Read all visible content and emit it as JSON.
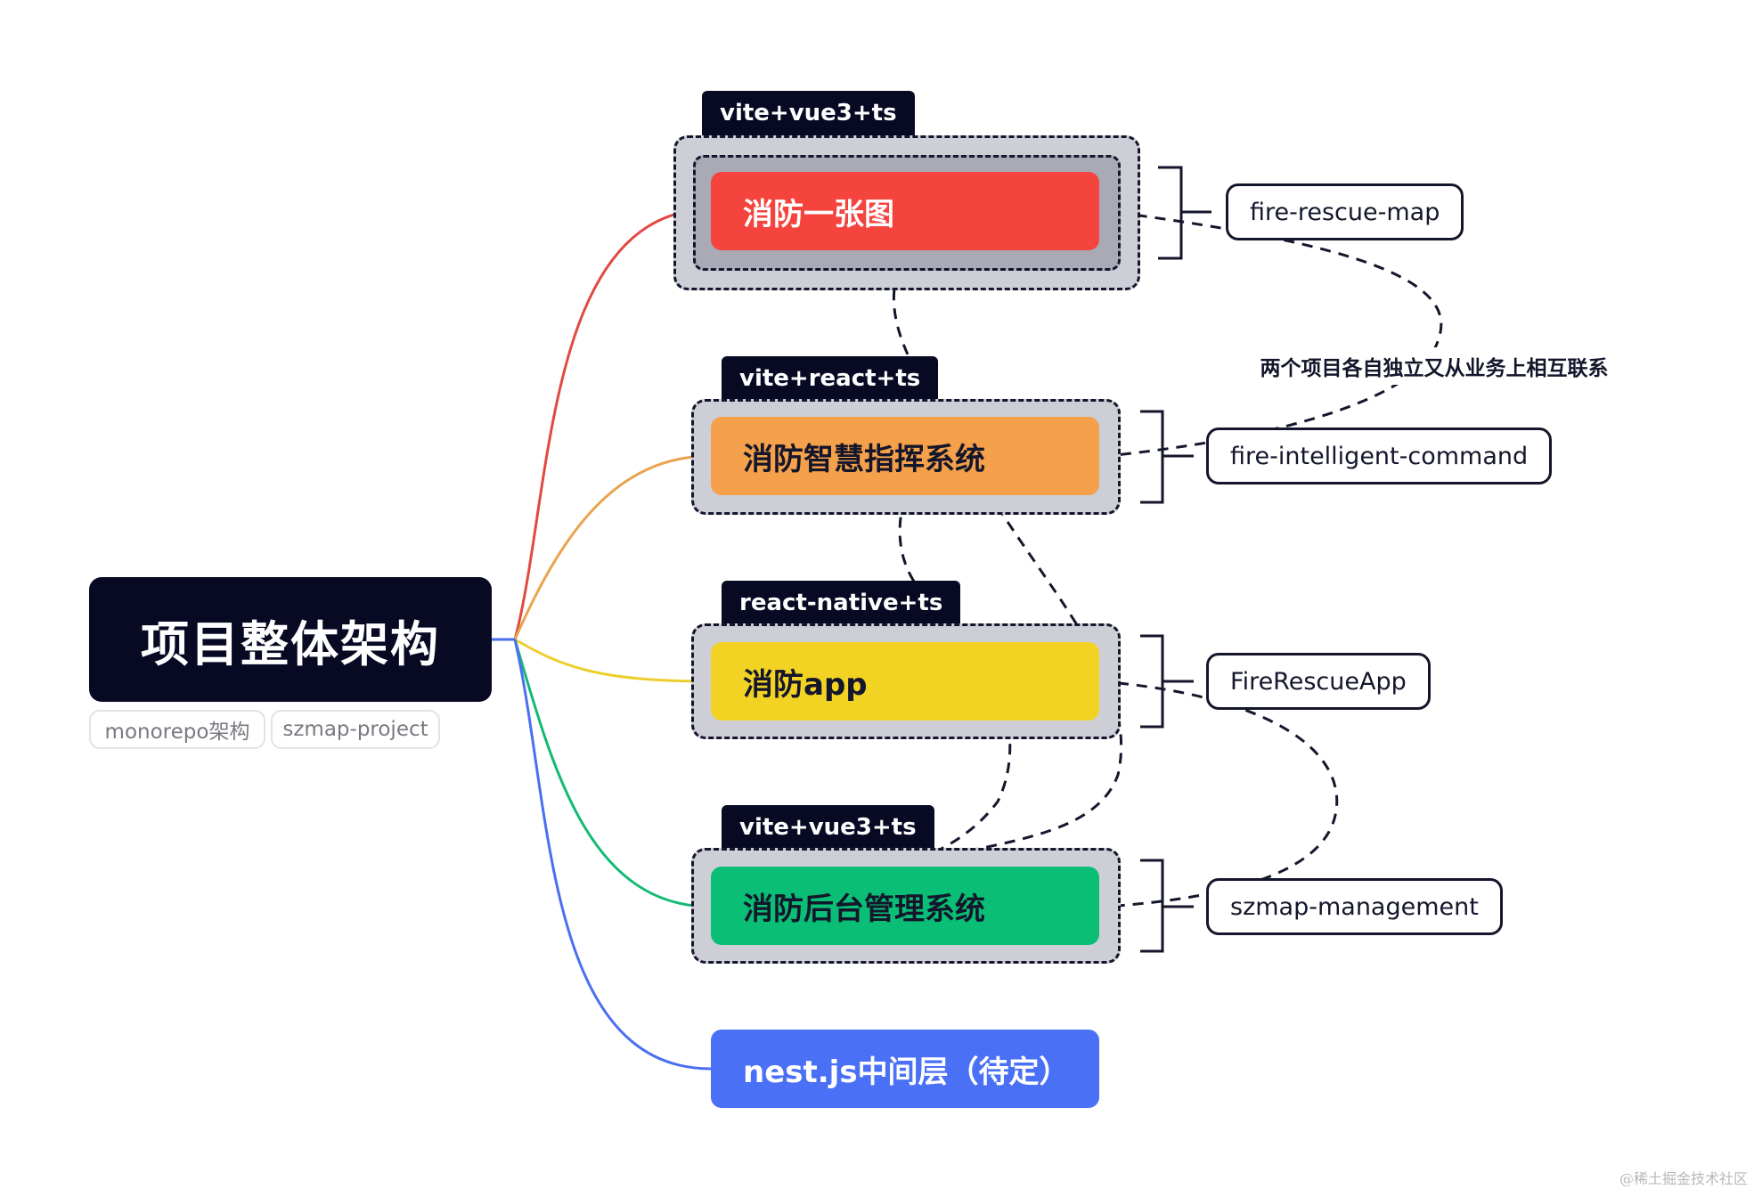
{
  "root": {
    "title": "项目整体架构",
    "tags": [
      "monorepo架构",
      "szmap-project"
    ]
  },
  "branches": [
    {
      "id": "map",
      "tech": "vite+vue3+ts",
      "title": "消防一张图",
      "repo": "fire-rescue-map",
      "color": "#f5433d",
      "line": "#e04a43"
    },
    {
      "id": "command",
      "tech": "vite+react+ts",
      "title": "消防智慧指挥系统",
      "repo": "fire-intelligent-command",
      "color": "#f5a04a",
      "line": "#eaa44f"
    },
    {
      "id": "app",
      "tech": "react-native+ts",
      "title": "消防app",
      "repo": "FireRescueApp",
      "color": "#f2d324",
      "line": "#eccf2d"
    },
    {
      "id": "management",
      "tech": "vite+vue3+ts",
      "title": "消防后台管理系统",
      "repo": "szmap-management",
      "color": "#0abf75",
      "line": "#14ba74"
    },
    {
      "id": "nest",
      "title": "nest.js中间层（待定）",
      "color": "#4a70f5",
      "line": "#4a6ff0"
    }
  ],
  "note": "两个项目各自独立又从业务上相互联系",
  "watermark": "@稀土掘金技术社区",
  "colors": {
    "dark": "#080a24",
    "group_bg": "#cdced6",
    "inner_bg": "#a9aab6"
  }
}
